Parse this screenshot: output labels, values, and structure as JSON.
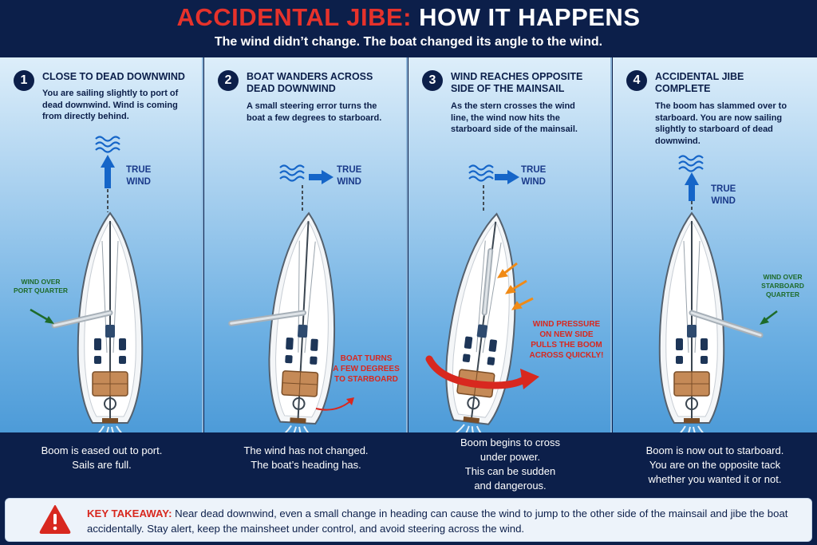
{
  "header": {
    "title_red": "ACCIDENTAL JIBE:",
    "title_white": "HOW IT HAPPENS",
    "subtitle": "The wind didn’t change. The boat changed its angle to the wind."
  },
  "panels": [
    {
      "number": "1",
      "title": "CLOSE TO DEAD DOWNWIND",
      "description": "You are sailing slightly to port of dead downwind. Wind is coming from directly behind.",
      "wind_label_1": "TRUE",
      "wind_label_2": "WIND",
      "side_label_1": "WIND OVER",
      "side_label_2": "PORT QUARTER",
      "caption": [
        "Boom is eased out to port.",
        "Sails are full."
      ]
    },
    {
      "number": "2",
      "title": "BOAT WANDERS ACROSS DEAD DOWNWIND",
      "description": "A small steering error turns the boat a few degrees to starboard.",
      "wind_label_1": "TRUE",
      "wind_label_2": "WIND",
      "turn_label": [
        "BOAT TURNS",
        "A FEW DEGREES",
        "TO STARBOARD"
      ],
      "caption": [
        "The wind has not changed.",
        "The boat’s heading has."
      ]
    },
    {
      "number": "3",
      "title": "WIND REACHES OPPOSITE SIDE OF THE MAINSAIL",
      "description": "As the stern crosses the wind line, the wind now hits the starboard side of the mainsail.",
      "wind_label_1": "TRUE",
      "wind_label_2": "WIND",
      "pressure_label": [
        "WIND PRESSURE",
        "ON NEW SIDE",
        "PULLS THE BOOM",
        "ACROSS QUICKLY!"
      ],
      "caption": [
        "Boom begins to cross",
        "under power.",
        "This can be sudden",
        "and dangerous."
      ]
    },
    {
      "number": "4",
      "title": "ACCIDENTAL JIBE COMPLETE",
      "description": "The boom has slammed over to starboard. You are now sailing slightly to starboard of dead downwind.",
      "wind_label_1": "TRUE",
      "wind_label_2": "WIND",
      "side_label_1": "WIND OVER",
      "side_label_2": "STARBOARD",
      "side_label_3": "QUARTER",
      "caption": [
        "Boom is now out to starboard.",
        "You are on the opposite tack",
        "whether you wanted it or not."
      ]
    }
  ],
  "takeaway": {
    "label": "KEY TAKEAWAY:",
    "text": "Near dead downwind, even a small change in heading can cause the wind to jump to the other side of the mainsail and jibe the boat accidentally. Stay alert, keep the mainsheet under control, and avoid steering across the wind."
  },
  "colors": {
    "navy": "#0c1f4a",
    "red": "#e6322b",
    "arrow_blue": "#1565c8",
    "green": "#1e6b2a",
    "orange": "#f08a16"
  },
  "icons": [
    "wind-waves-icon",
    "arrow-up-icon",
    "arrow-right-icon",
    "warning-triangle-icon"
  ]
}
